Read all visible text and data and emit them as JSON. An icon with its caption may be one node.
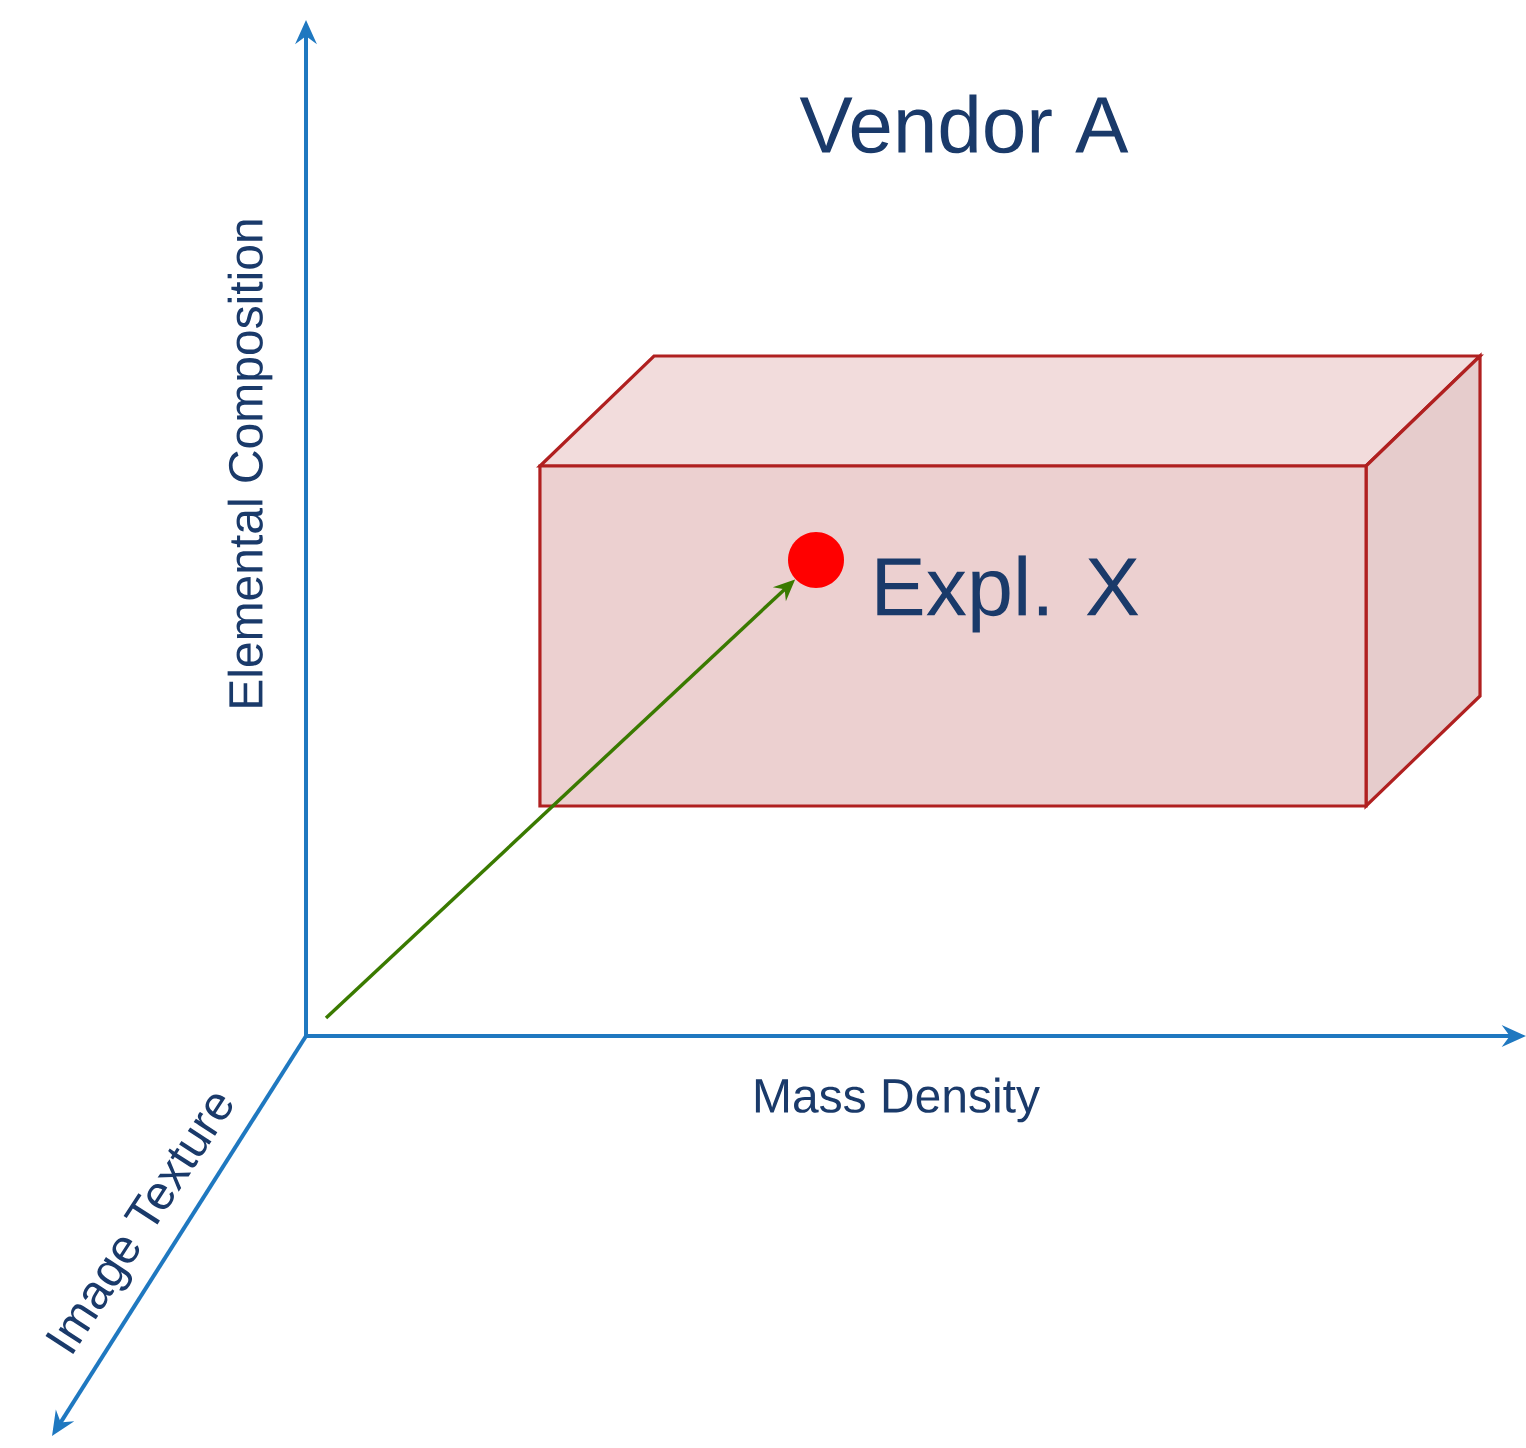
{
  "diagram": {
    "title": "Vendor A",
    "nodes": [
      {
        "text": [],
        "shape": "box"
      },
      {
        "text": [],
        "shape": "circle",
        "beside": [
          "Expl. X"
        ],
        "in": 0
      }
    ],
    "edges": [
      {
        "from": null,
        "to": 1,
        "arrow": "to",
        "color": "#3a7a00"
      }
    ],
    "labels": [
      "Elemental Composition",
      "Mass Density",
      "Image Texture"
    ]
  }
}
